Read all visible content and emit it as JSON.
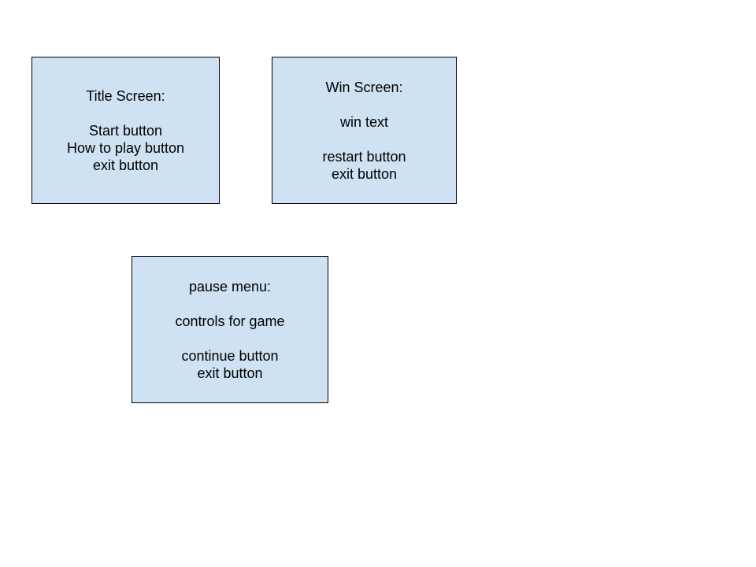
{
  "colors": {
    "box_fill": "#cfe2f3",
    "box_border": "#000000",
    "text": "#000000",
    "background": "#ffffff"
  },
  "title_screen": {
    "heading": "Title Screen:",
    "items": [
      "Start button",
      "How to play button",
      "exit button"
    ]
  },
  "win_screen": {
    "heading": "Win Screen:",
    "text_item": "win text",
    "items": [
      "restart button",
      "exit button"
    ]
  },
  "pause_menu": {
    "heading": "pause menu:",
    "text_item": "controls for game",
    "items": [
      "continue button",
      "exit button"
    ]
  }
}
